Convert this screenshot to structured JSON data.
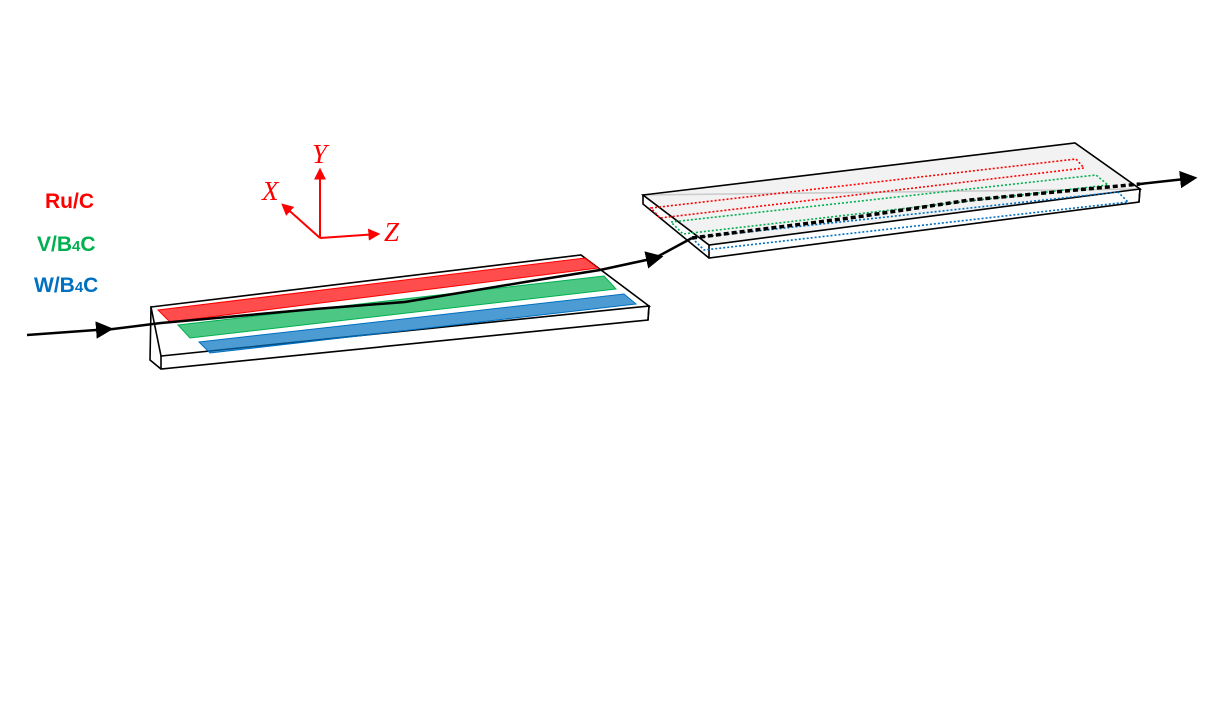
{
  "legend": [
    {
      "label": "Ru/C",
      "color": "#ff0000"
    },
    {
      "label": "V/B",
      "sub": "4",
      "tail": "C",
      "color": "#00b050"
    },
    {
      "label": "W/B",
      "sub": "4",
      "tail": "C",
      "color": "#0070c0"
    }
  ],
  "axes": {
    "x": "X",
    "y": "Y",
    "z": "Z",
    "color": "#ff0000"
  },
  "colors": {
    "ru_c": "#ff0000",
    "v_b4c": "#00b050",
    "w_b4c": "#0070c0",
    "beam": "#000000",
    "substrate_fill": "#ffffff",
    "substrate_top_second": "#f0f0f0"
  }
}
